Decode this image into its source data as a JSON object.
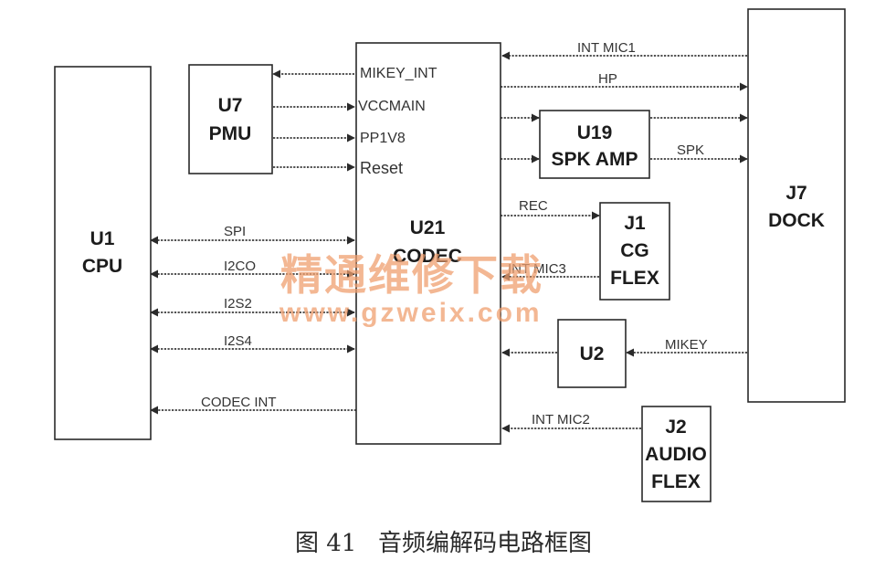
{
  "blocks": {
    "u1": {
      "ref": "U1",
      "name": "CPU"
    },
    "u7": {
      "ref": "U7",
      "name": "PMU"
    },
    "u21": {
      "ref": "U21",
      "name": "CODEC"
    },
    "u19": {
      "ref": "U19",
      "name": "SPK AMP"
    },
    "j1": {
      "ref": "J1",
      "line2": "CG",
      "line3": "FLEX"
    },
    "u2": {
      "ref": "U2"
    },
    "j2": {
      "ref": "J2",
      "line2": "AUDIO",
      "line3": "FLEX"
    },
    "j7": {
      "ref": "J7",
      "name": "DOCK"
    }
  },
  "codec_pins": {
    "mikey_int": "MIKEY_INT",
    "vccmain": "VCCMAIN",
    "pp1v8": "PP1V8",
    "reset": "Reset"
  },
  "signals": {
    "spi": "SPI",
    "i2c0": "I2CO",
    "i2s2": "I2S2",
    "i2s4": "I2S4",
    "codec_int": "CODEC INT",
    "int_mic1": "INT MIC1",
    "hp": "HP",
    "spk": "SPK",
    "rec": "REC",
    "int_mic3": "INT MIC3",
    "mikey": "MIKEY",
    "int_mic2": "INT MIC2"
  },
  "watermark": {
    "line1": "精通维修下载",
    "line2": "www.gzweix.com"
  },
  "caption": {
    "figure_no": "图 41",
    "title": "音频编解码电路框图"
  },
  "colors": {
    "watermark": "#f0a070",
    "line": "#3a3a3a"
  }
}
